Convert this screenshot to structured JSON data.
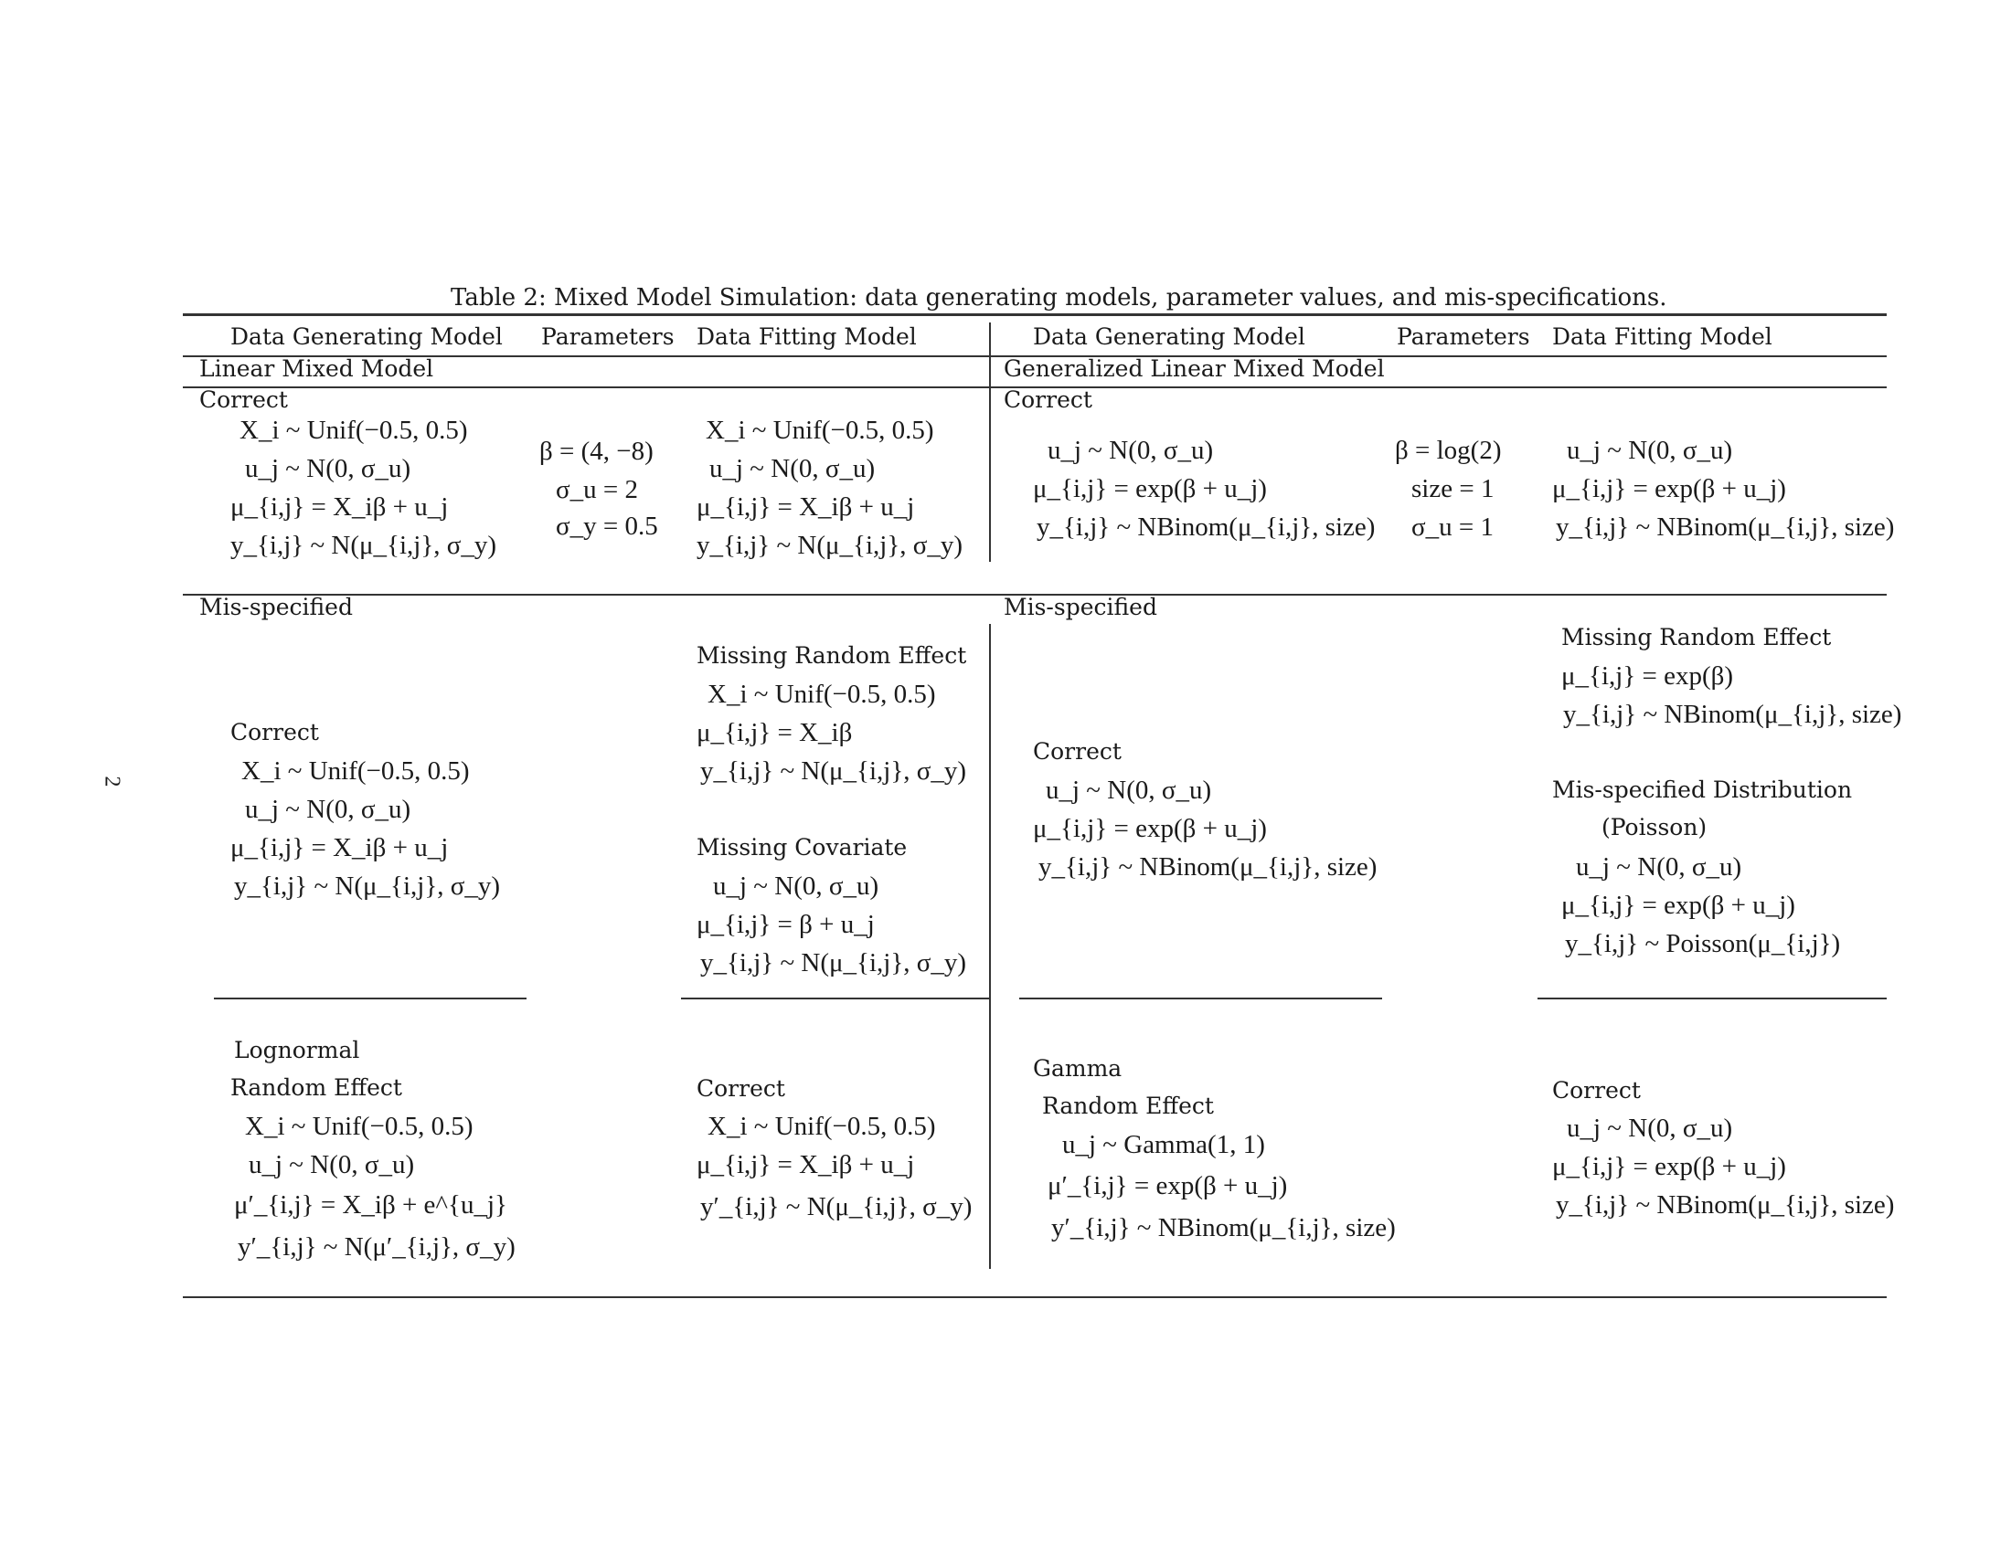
{
  "page_number": "2",
  "caption": "Table 2: Mixed Model Simulation: data generating models, parameter values, and mis-specifications.",
  "columns": {
    "dgm": "Data Generating Model",
    "params": "Parameters",
    "dfm": "Data Fitting Model"
  },
  "left": {
    "section": "Linear Mixed Model",
    "correct_label": "Correct",
    "correct_dgm": [
      "X_i ~ Unif(−0.5, 0.5)",
      "u_j ~ N(0, σ_u)",
      "μ_{i,j} = X_iβ + u_j",
      "y_{i,j} ~ N(μ_{i,j}, σ_y)"
    ],
    "params": [
      "β = (4, −8)",
      "σ_u = 2",
      "σ_y = 0.5"
    ],
    "correct_dfm": [
      "X_i ~ Unif(−0.5, 0.5)",
      "u_j ~ N(0, σ_u)",
      "μ_{i,j} = X_iβ + u_j",
      "y_{i,j} ~ N(μ_{i,j}, σ_y)"
    ],
    "mis_label": "Mis-specified",
    "mis1_dgm_label": "Correct",
    "mis1_dgm": [
      "X_i ~ Unif(−0.5, 0.5)",
      "u_j ~ N(0, σ_u)",
      "μ_{i,j} = X_iβ + u_j",
      "y_{i,j} ~ N(μ_{i,j}, σ_y)"
    ],
    "mre_label": "Missing Random Effect",
    "mre": [
      "X_i ~ Unif(−0.5, 0.5)",
      "μ_{i,j} = X_iβ",
      "y_{i,j} ~ N(μ_{i,j}, σ_y)"
    ],
    "mc_label": "Missing Covariate",
    "mc": [
      "u_j ~ N(0, σ_u)",
      "μ_{i,j} = β + u_j",
      "y_{i,j} ~ N(μ_{i,j}, σ_y)"
    ],
    "logn_label1": "Lognormal",
    "logn_label2": "Random Effect",
    "logn": [
      "X_i ~ Unif(−0.5, 0.5)",
      "u_j ~ N(0, σ_u)",
      "μ′_{i,j} = X_iβ + e^{u_j}",
      "y′_{i,j} ~ N(μ′_{i,j}, σ_y)"
    ],
    "mis2_dfm_label": "Correct",
    "mis2_dfm": [
      "X_i ~ Unif(−0.5, 0.5)",
      "μ_{i,j} = X_iβ + u_j",
      "y′_{i,j} ~ N(μ_{i,j}, σ_y)"
    ]
  },
  "right": {
    "section": "Generalized Linear Mixed Model",
    "correct_label": "Correct",
    "correct_dgm": [
      "u_j ~ N(0, σ_u)",
      "μ_{i,j} = exp(β + u_j)",
      "y_{i,j} ~ NBinom(μ_{i,j}, size)"
    ],
    "params": [
      "β = log(2)",
      "size = 1",
      "σ_u = 1"
    ],
    "correct_dfm": [
      "u_j ~ N(0, σ_u)",
      "μ_{i,j} = exp(β + u_j)",
      "y_{i,j} ~ NBinom(μ_{i,j}, size)"
    ],
    "mis_label": "Mis-specified",
    "mis1_dgm_label": "Correct",
    "mis1_dgm": [
      "u_j ~ N(0, σ_u)",
      "μ_{i,j} = exp(β + u_j)",
      "y_{i,j} ~ NBinom(μ_{i,j}, size)"
    ],
    "mre_label": "Missing Random Effect",
    "mre": [
      "μ_{i,j} = exp(β)",
      "y_{i,j} ~ NBinom(μ_{i,j}, size)"
    ],
    "msd_label1": "Mis-specified Distribution",
    "msd_label2": "(Poisson)",
    "msd": [
      "u_j ~ N(0, σ_u)",
      "μ_{i,j} = exp(β + u_j)",
      "y_{i,j} ~ Poisson(μ_{i,j})"
    ],
    "gamma_label1": "Gamma",
    "gamma_label2": "Random Effect",
    "gamma": [
      "u_j ~ Gamma(1, 1)",
      "μ′_{i,j} = exp(β + u_j)",
      "y′_{i,j} ~ NBinom(μ_{i,j}, size)"
    ],
    "mis2_dfm_label": "Correct",
    "mis2_dfm": [
      "u_j ~ N(0, σ_u)",
      "μ_{i,j} = exp(β + u_j)",
      "y_{i,j} ~ NBinom(μ_{i,j}, size)"
    ]
  }
}
